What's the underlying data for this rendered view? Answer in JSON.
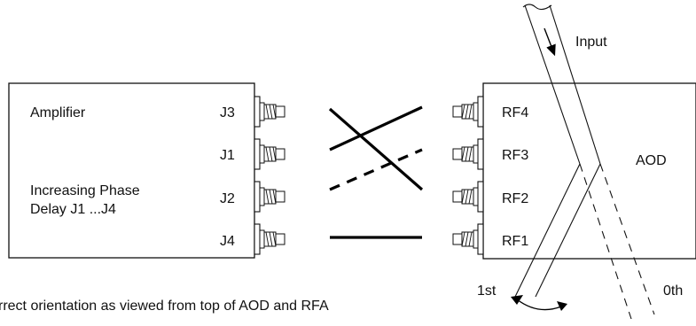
{
  "amplifier": {
    "title": "Amplifier",
    "note_line1": "Increasing Phase",
    "note_line2": "Delay J1 ...J4",
    "ports": [
      "J3",
      "J1",
      "J2",
      "J4"
    ]
  },
  "aod": {
    "title": "AOD",
    "ports": [
      "RF4",
      "RF3",
      "RF2",
      "RF1"
    ]
  },
  "beam_labels": {
    "input": "Input",
    "first_order": "1st",
    "zero_order": "0th"
  },
  "caption": "rrect orientation as viewed from top of AOD and RFA"
}
